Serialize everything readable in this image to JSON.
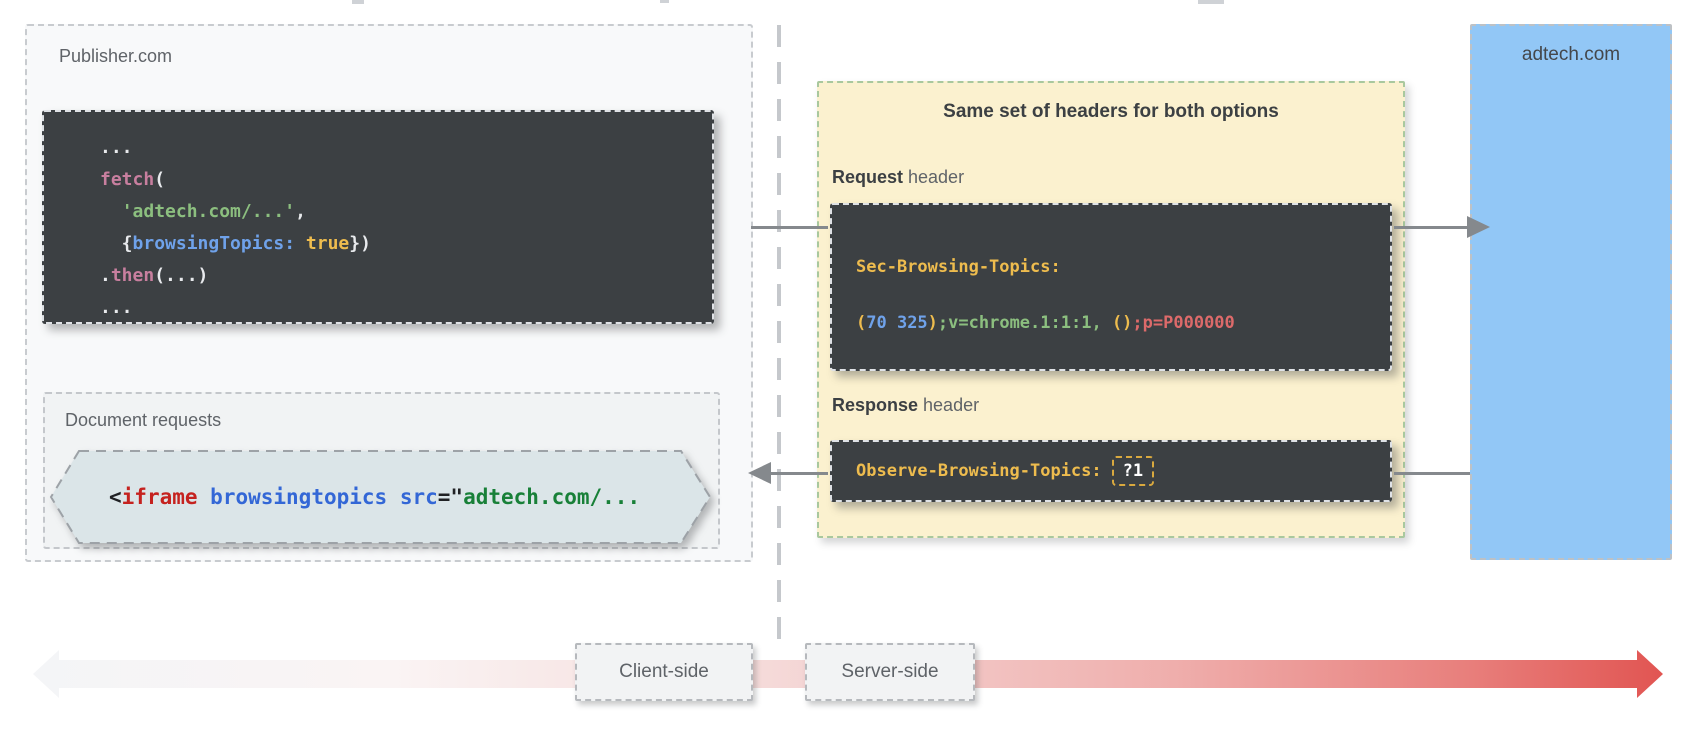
{
  "publisher": {
    "label": "Publisher.com",
    "fetch_code": {
      "lines": [
        {
          "tokens": [
            {
              "t": "...",
              "c": "white"
            }
          ]
        },
        {
          "tokens": [
            {
              "t": "fetch",
              "c": "pink"
            },
            {
              "t": "(",
              "c": "white"
            }
          ]
        },
        {
          "tokens": [
            {
              "t": "  ",
              "c": "white"
            },
            {
              "t": "'adtech.com/...'",
              "c": "green"
            },
            {
              "t": ",",
              "c": "white"
            }
          ]
        },
        {
          "tokens": [
            {
              "t": "  {",
              "c": "white"
            },
            {
              "t": "browsingTopics",
              "c": "blue"
            },
            {
              "t": ":",
              "c": "blue"
            },
            {
              "t": " ",
              "c": "white"
            },
            {
              "t": "true",
              "c": "amber"
            },
            {
              "t": "})",
              "c": "white"
            }
          ]
        },
        {
          "tokens": [
            {
              "t": ".",
              "c": "white"
            },
            {
              "t": "then",
              "c": "pink"
            },
            {
              "t": "(...)",
              "c": "white"
            }
          ]
        },
        {
          "tokens": [
            {
              "t": "...",
              "c": "white"
            }
          ]
        }
      ]
    },
    "document_requests": {
      "label": "Document requests",
      "iframe_code": {
        "tokens": [
          {
            "t": "<",
            "c": "dark"
          },
          {
            "t": "iframe",
            "c": "htmlred"
          },
          {
            "t": " ",
            "c": "dark"
          },
          {
            "t": "browsingtopics",
            "c": "htmlblue"
          },
          {
            "t": " ",
            "c": "dark"
          },
          {
            "t": "src",
            "c": "htmlblue"
          },
          {
            "t": "=\"",
            "c": "dark"
          },
          {
            "t": "adtech.com/...",
            "c": "htmlgreen"
          }
        ]
      }
    }
  },
  "headers_panel": {
    "title": "Same set of headers for both options",
    "request": {
      "label_bold": "Request",
      "label_rest": " header",
      "header_name": "Sec-Browsing-Topics:",
      "value_tokens": [
        {
          "t": "(",
          "c": "amber"
        },
        {
          "t": "70 325",
          "c": "blue"
        },
        {
          "t": ")",
          "c": "amber"
        },
        {
          "t": ";v=chrome.1:1:1,",
          "c": "green"
        },
        {
          "t": " ",
          "c": "white"
        },
        {
          "t": "()",
          "c": "amber"
        },
        {
          "t": ";p=P000000",
          "c": "red"
        }
      ]
    },
    "response": {
      "label_bold": "Response",
      "label_rest": " header",
      "header_name": "Observe-Browsing-Topics:",
      "value": "?1"
    }
  },
  "adtech": {
    "label": "adtech.com"
  },
  "timeline": {
    "client_label": "Client-side",
    "server_label": "Server-side"
  },
  "palette": {
    "dark_block_bg": "#3c4043",
    "publisher_bg": "#f8f9fa",
    "document_requests_bg": "#f1f3f4",
    "hexagon_bg": "#dbe5e8",
    "yellow_panel_bg": "#fbf1cf",
    "yellow_panel_border": "#a9c89e",
    "blue_box_bg": "#92c7f6",
    "arrow_gray": "#85898d",
    "timeline_red_end": "#e15552",
    "label_gray": "#5f6368",
    "code_colors": {
      "white": "#e8eaed",
      "pink": "#c87f9f",
      "green": "#8cbf7f",
      "blue": "#6fa2ea",
      "amber": "#eebc4e",
      "red": "#dd6a6a",
      "html_red": "#c5221f",
      "html_blue": "#3367d6",
      "html_green": "#188038",
      "html_dark": "#202124"
    }
  }
}
